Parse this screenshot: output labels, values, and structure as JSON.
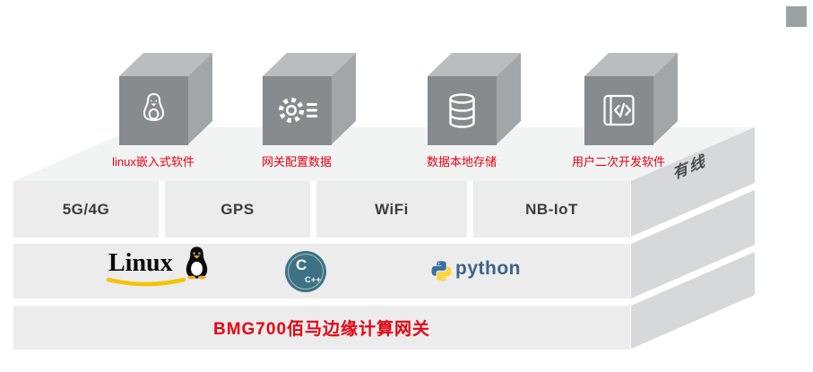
{
  "diagram": {
    "corner_square_color": "#9ba0a3",
    "cubes": {
      "label_color": "#e60012",
      "face_colors": {
        "front": "#878b8e",
        "top": "#babdbf",
        "side": "#a2a6a8"
      },
      "items": [
        {
          "icon": "penguin-icon",
          "label": "linux嵌入式软件"
        },
        {
          "icon": "gear-icon",
          "label": "网关配置数据"
        },
        {
          "icon": "database-icon",
          "label": "数据本地存储"
        },
        {
          "icon": "code-window-icon",
          "label": "用户二次开发软件"
        }
      ]
    },
    "platform": {
      "face_colors": {
        "front": "#ececec",
        "top": "#f2f3f3",
        "side": "#d6d8da"
      },
      "connectivity_cells": [
        {
          "label": "5G/4G"
        },
        {
          "label": "GPS"
        },
        {
          "label": "WiFi"
        },
        {
          "label": "NB-IoT"
        }
      ],
      "wired_side_label": "有线",
      "software_logos": {
        "linux": "Linux",
        "c_main": "C",
        "c_sub": "C++",
        "python": "python"
      },
      "title": "BMG700佰马边缘计算网关",
      "title_color": "#e60012"
    }
  }
}
